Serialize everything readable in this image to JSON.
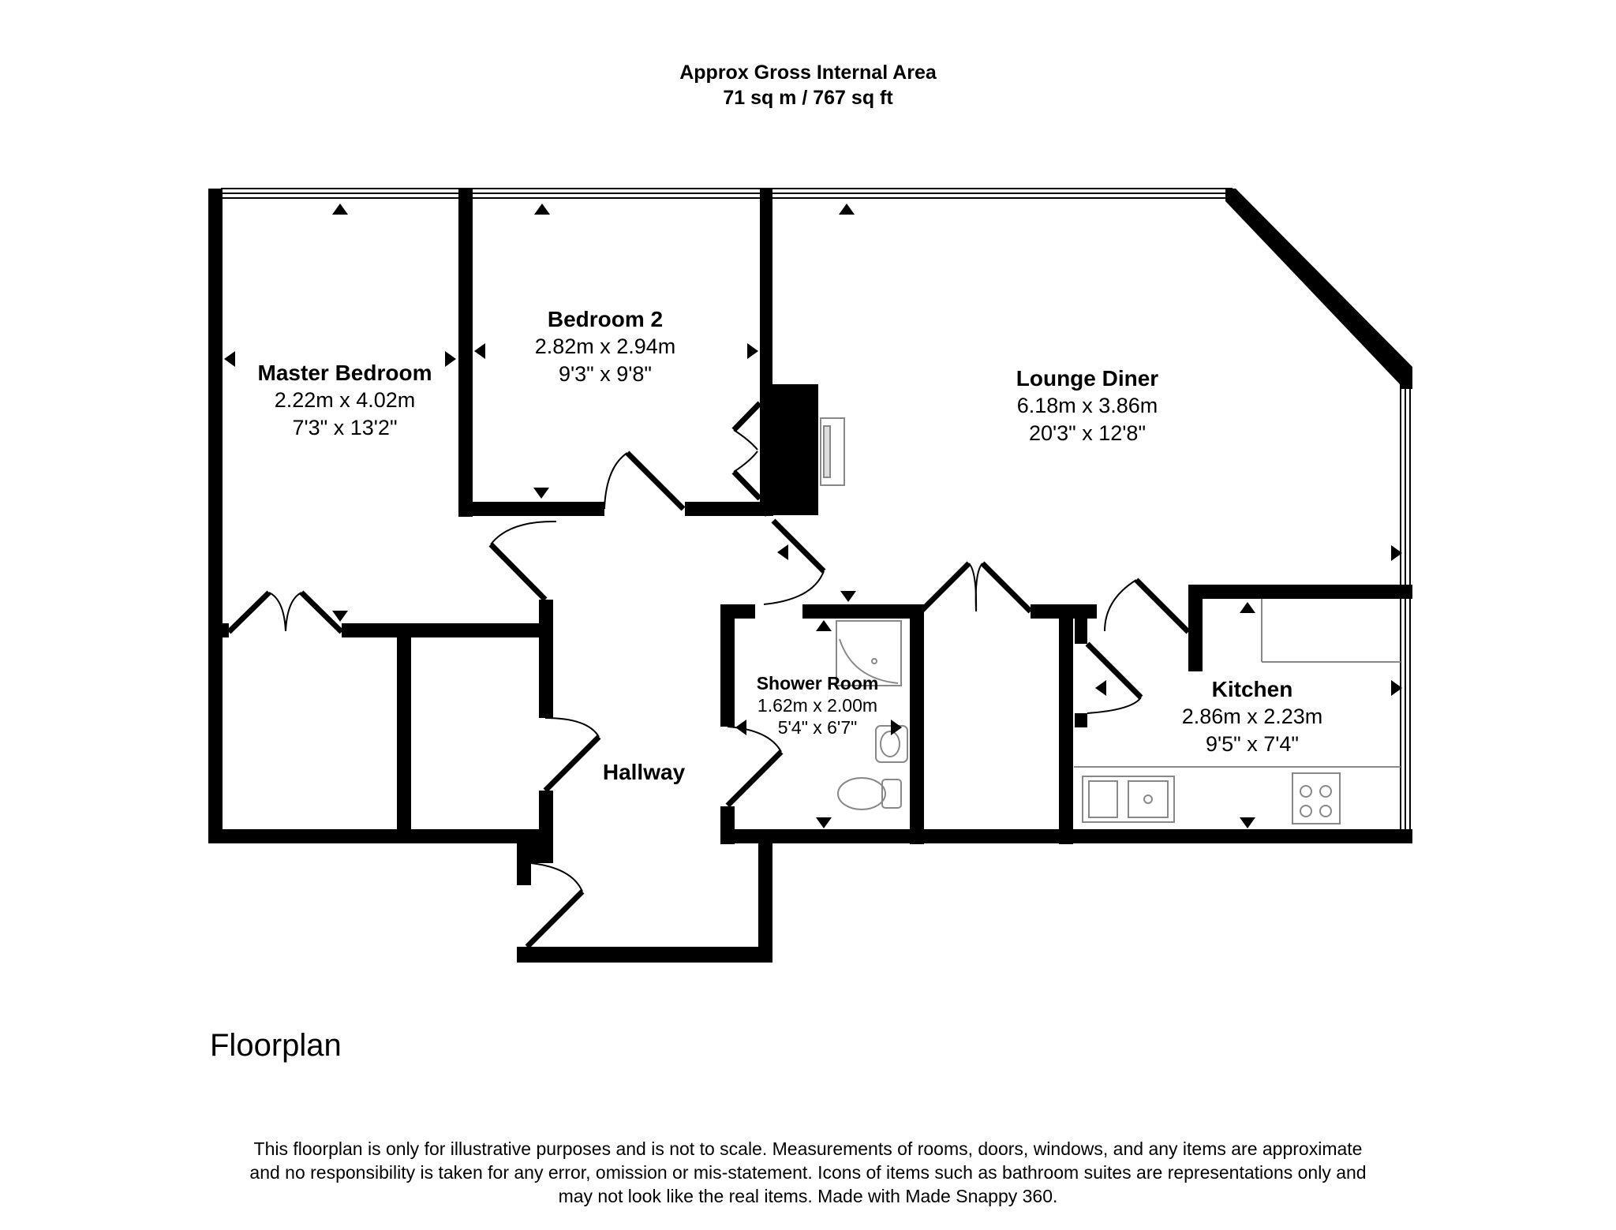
{
  "header": {
    "line1": "Approx Gross Internal Area",
    "line2": "71 sq m / 767 sq ft"
  },
  "rooms": {
    "master_bedroom": {
      "name": "Master Bedroom",
      "metric": "2.22m x 4.02m",
      "imperial": "7'3\" x 13'2\""
    },
    "bedroom2": {
      "name": "Bedroom 2",
      "metric": "2.82m x 2.94m",
      "imperial": "9'3\" x 9'8\""
    },
    "lounge": {
      "name": "Lounge Diner",
      "metric": "6.18m x 3.86m",
      "imperial": "20'3\" x 12'8\""
    },
    "shower": {
      "name": "Shower Room",
      "metric": "1.62m x 2.00m",
      "imperial": "5'4\" x 6'7\""
    },
    "kitchen": {
      "name": "Kitchen",
      "metric": "2.86m x 2.23m",
      "imperial": "9'5\" x 7'4\""
    },
    "hallway": {
      "name": "Hallway"
    }
  },
  "floor_label": "Floorplan",
  "disclaimer": {
    "line1": "This floorplan is only for illustrative purposes and is not to scale. Measurements of rooms, doors, windows, and any items are approximate",
    "line2": "and no responsibility is taken for any error, omission or mis-statement. Icons of items such as bathroom suites are representations only and",
    "line3": "may not look like the real items. Made with Made Snappy 360."
  },
  "colors": {
    "wall": "#000000",
    "background": "#ffffff",
    "fixture": "#888888"
  }
}
